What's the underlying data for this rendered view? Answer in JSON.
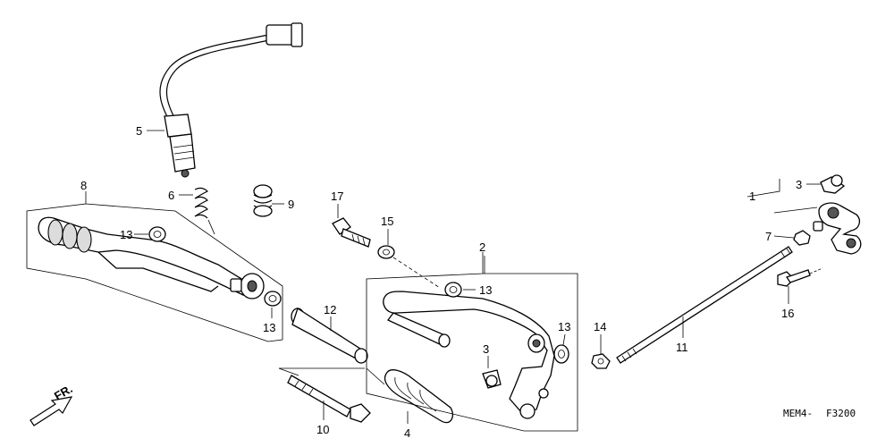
{
  "diagram": {
    "code_left": "MEM4-",
    "code_right": "F3200",
    "front_marker": "FR."
  },
  "labels": {
    "p1": "1",
    "p2": "2",
    "p3a": "3",
    "p3b": "3",
    "p4": "4",
    "p5": "5",
    "p6": "6",
    "p7": "7",
    "p8": "8",
    "p9": "9",
    "p10": "10",
    "p11": "11",
    "p12": "12",
    "p13a": "13",
    "p13b": "13",
    "p13c": "13",
    "p13d": "13",
    "p14": "14",
    "p15": "15",
    "p16": "16",
    "p17": "17"
  }
}
